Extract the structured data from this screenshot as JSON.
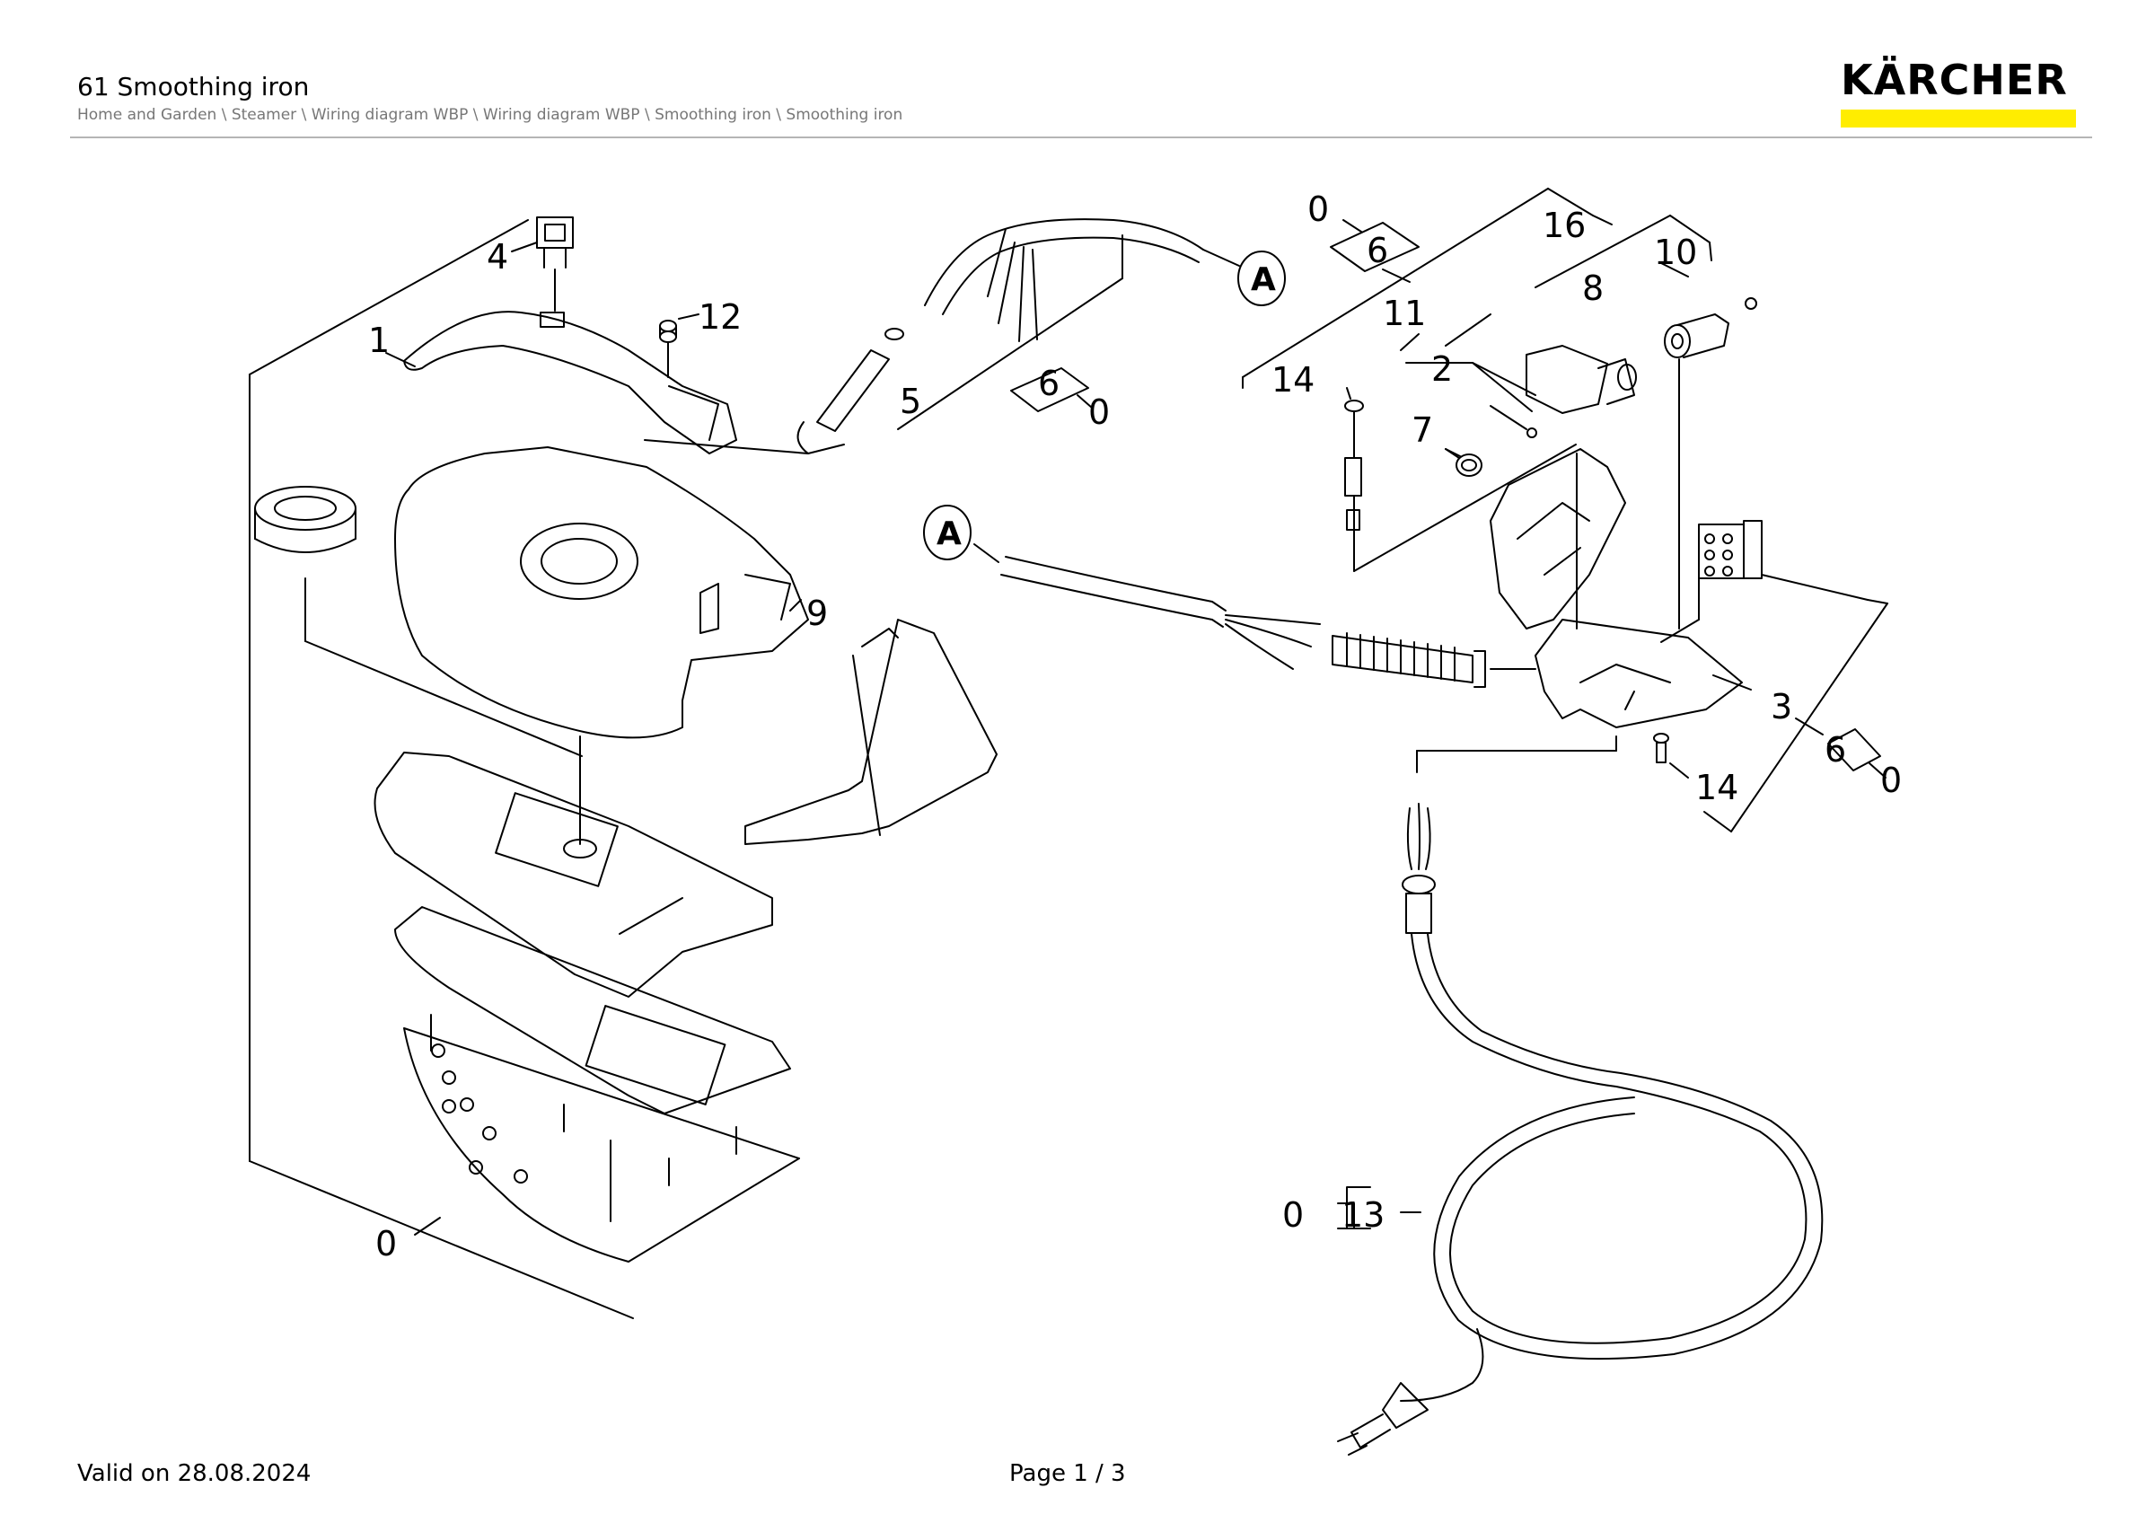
{
  "header": {
    "title": "61 Smoothing iron",
    "breadcrumb": "Home and Garden \\ Steamer \\ Wiring diagram WBP \\ Wiring diagram WBP \\ Smoothing iron \\ Smoothing iron"
  },
  "logo": {
    "text": "KÄRCHER",
    "accent_color": "#ffed00"
  },
  "callouts": {
    "c4": "4",
    "c12": "12",
    "c1": "1",
    "c5": "5",
    "c6a": "6",
    "c0a": "0",
    "c9": "9",
    "c0b": "0",
    "c6b": "6",
    "c16": "16",
    "c10": "10",
    "c8": "8",
    "c11": "11",
    "c2": "2",
    "c14a": "14",
    "c7": "7",
    "c3": "3",
    "c6c": "6",
    "c0c": "0",
    "c14b": "14",
    "c0d": "0",
    "c13": "13",
    "c0e": "0",
    "connector_a1": "A",
    "connector_a2": "A"
  },
  "footer": {
    "valid": "Valid on 28.08.2024",
    "page": "Page 1 / 3"
  }
}
